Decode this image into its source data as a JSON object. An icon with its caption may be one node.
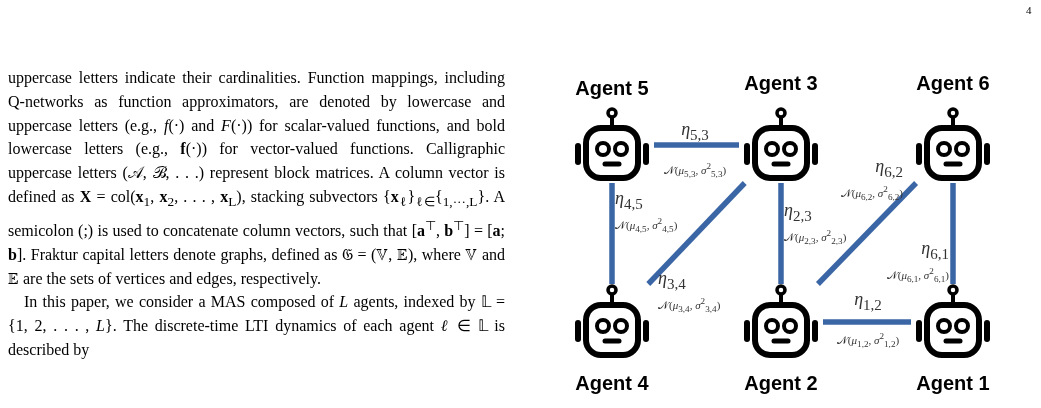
{
  "diagram": {
    "nodes": [
      {
        "text": [
          "Agent 5"
        ]
      },
      {
        "text": [
          "Agent 3"
        ]
      },
      {
        "text": [
          "Agent 6"
        ]
      },
      {
        "text": [
          "Agent 4"
        ]
      },
      {
        "text": [
          "Agent 2"
        ]
      },
      {
        "text": [
          "Agent 1"
        ]
      }
    ],
    "edges": [
      {
        "from": 0,
        "to": 1,
        "arrow": "none",
        "label": "*η*$_{5,3}$ 𝒩(*μ*$_{5,3}$, *σ*$^{2}$$_{5,3}$)"
      },
      {
        "from": 3,
        "to": 0,
        "arrow": "none",
        "label": "*η*$_{4,5}$ 𝒩(*μ*$_{4,5}$, *σ*$^{2}$$_{4,5}$)"
      },
      {
        "from": 1,
        "to": 3,
        "arrow": "none",
        "label": "*η*$_{3,4}$ 𝒩(*μ*$_{3,4}$, *σ*$^{2}$$_{3,4}$)"
      },
      {
        "from": 4,
        "to": 1,
        "arrow": "none",
        "label": "*η*$_{2,3}$ 𝒩(*μ*$_{2,3}$, *σ*$^{2}$$_{2,3}$)"
      },
      {
        "from": 2,
        "to": 4,
        "arrow": "none",
        "label": "*η*$_{6,2}$ 𝒩(*μ*$_{6,2}$, *σ*$^{2}$$_{6,2}$)"
      },
      {
        "from": 2,
        "to": 5,
        "arrow": "none",
        "label": "*η*$_{6,1}$ 𝒩(*μ*$_{6,1}$, *σ*$^{2}$$_{6,1}$)"
      },
      {
        "from": 5,
        "to": 4,
        "arrow": "none",
        "label": "*η*$_{1,2}$ 𝒩(*μ*$_{1,2}$, *σ*$^{2}$$_{1,2}$)"
      }
    ],
    "labels": [
      "4",
      "uppercase letters indicate their cardinalities. Function mappings, including Q-networks as function approximators, are denoted by lowercase and uppercase letters (e.g., *f*(·) and *F*(·)) for scalar-valued functions, and bold lowercase letters (e.g., **f**(·)) for vector-valued functions. Calligraphic uppercase letters (𝒜, ℬ, . . .) represent block matrices. A column vector is defined as **X** = col(**x**$_{1}$, **x**$_{2}$, . . . , **x**$_{L}$), stacking subvectors {**x**$_{ℓ}$}$_{ℓ∈}${$_{1,···,L}$}. A semicolon (;) is used to concatenate column vectors, such that [**a**$^{⊤}$, **b**$^{⊤}$] = [**a**; **b**]. Fraktur capital letters denote graphs, defined as 𝔊 = (𝕍, 𝔼), where 𝕍 and 𝔼 are the sets of vertices and edges, respectively.",
      "In this paper, we consider a MAS composed of *L* agents, indexed by 𝕃 = {1, 2, . . . , *L*}. The discrete-time LTI dynamics of each agent *ℓ* ∈ 𝕃 is described by"
    ]
  }
}
